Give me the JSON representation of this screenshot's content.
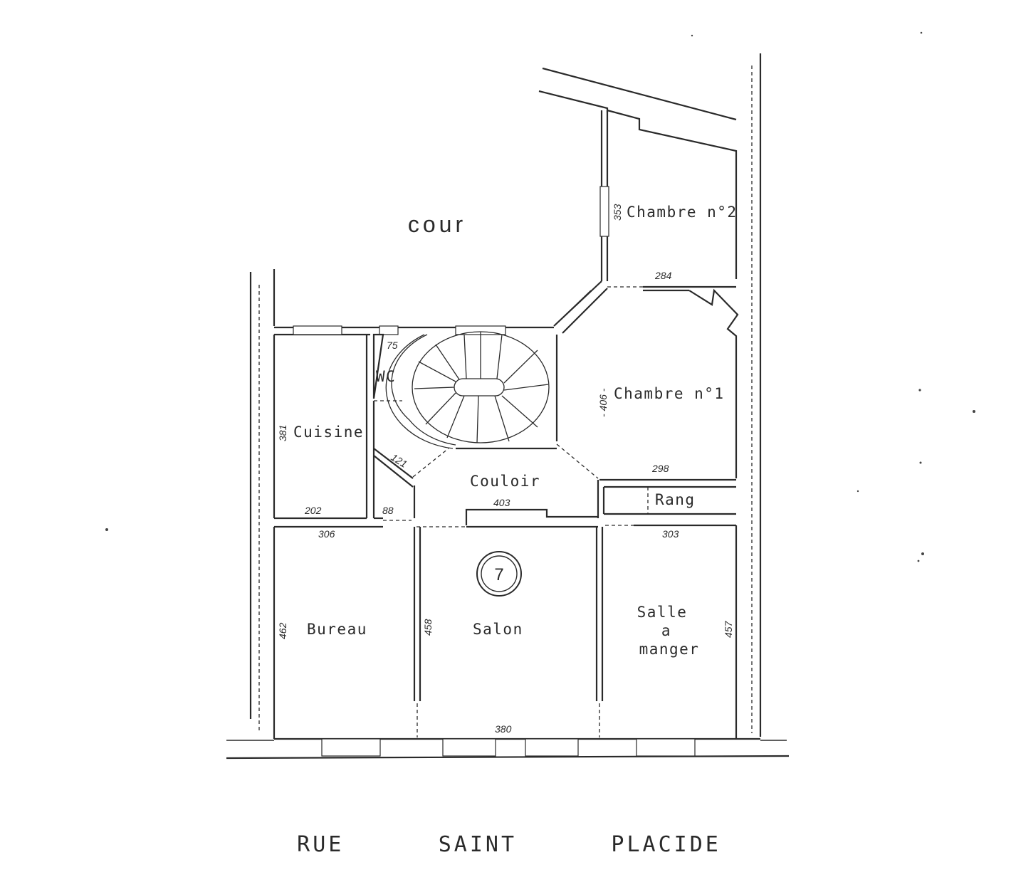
{
  "plan": {
    "courtyard_label": "cour",
    "street_label": "RUE      SAINT      PLACIDE",
    "badge_number": "7",
    "rooms": {
      "chambre_2": "Chambre n°2",
      "chambre_1": "Chambre n°1",
      "wc": "WC",
      "cuisine": "Cuisine",
      "couloir": "Couloir",
      "rang": "Rang",
      "bureau": "Bureau",
      "salon": "Salon",
      "salle_1": "Salle",
      "salle_2": "a",
      "salle_3": "manger"
    },
    "dimensions": {
      "d353": "353",
      "d284": "284",
      "d75": "75",
      "d406": "- 406 -",
      "d381": "381",
      "d121": "121",
      "d298": "298",
      "d202": "202",
      "d88": "88",
      "d403": "403",
      "d306": "306",
      "d303": "303",
      "d462": "462",
      "d458": "458",
      "d457": "457",
      "d380": "380"
    }
  }
}
